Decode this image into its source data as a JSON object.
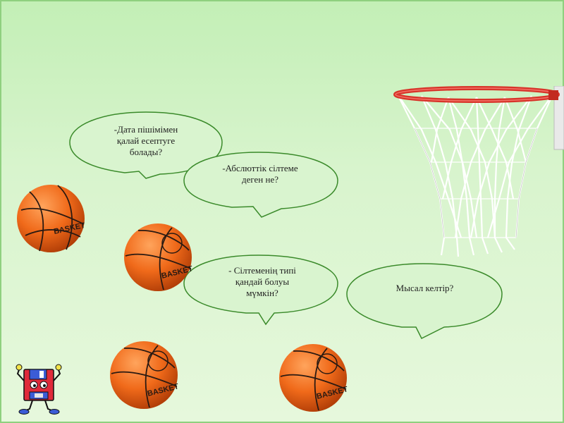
{
  "slide": {
    "background_color": "#d6f3cb",
    "border_color": "#8fd07f"
  },
  "bubbles": [
    {
      "text": "-Дата пішімімен\nқалай есептуге\nболады?"
    },
    {
      "text": "-Абслюттік сілтеме\nдеген не?"
    },
    {
      "text": "- Сілтеменің типі\nқандай болуы\nмүмкін?"
    },
    {
      "text": "Мысал келтір?"
    }
  ],
  "ball": {
    "brand_label": "BASKET",
    "color": "#f06a1a",
    "seam_color": "#2a1a12"
  },
  "hoop": {
    "rim_color": "#d8342a",
    "net_color": "#ffffff"
  },
  "mascot": {
    "icon": "floppy-disk-mascot-icon"
  }
}
